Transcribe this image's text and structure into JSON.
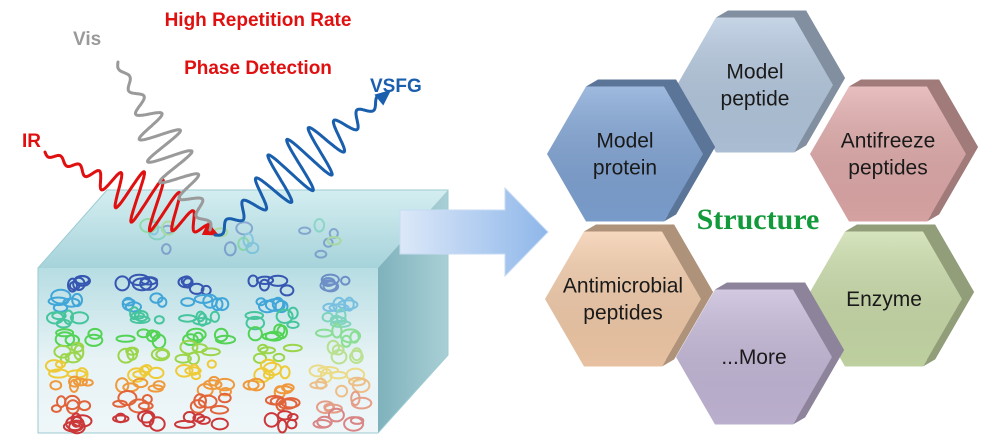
{
  "left_panel": {
    "title_line1": "High Repetition Rate",
    "title_line2": "Phase Detection",
    "beam_vis": "Vis",
    "beam_ir": "IR",
    "beam_vsfg": "VSFG"
  },
  "center_title": "Structure",
  "hexagons": [
    {
      "id": "model-peptide",
      "lines": [
        "Model",
        "peptide"
      ],
      "color": "#b3c7de"
    },
    {
      "id": "model-protein",
      "lines": [
        "Model",
        "protein"
      ],
      "color": "#7fa3d4"
    },
    {
      "id": "antifreeze-peptides",
      "lines": [
        "Antifreeze",
        "peptides"
      ],
      "color": "#e0a9a9"
    },
    {
      "id": "antimicrobial-peptides",
      "lines": [
        "Antimicrobial",
        "peptides"
      ],
      "color": "#f3cba9"
    },
    {
      "id": "enzyme",
      "lines": [
        "Enzyme"
      ],
      "color": "#c9dba8"
    },
    {
      "id": "more",
      "lines": [
        "...More"
      ],
      "color": "#c4b8d8"
    }
  ],
  "colors": {
    "ir": "#e01010",
    "vis": "#9a9a9a",
    "vsfg": "#1a5fae",
    "title_red": "#e01010",
    "structure_green": "#129a3a"
  }
}
